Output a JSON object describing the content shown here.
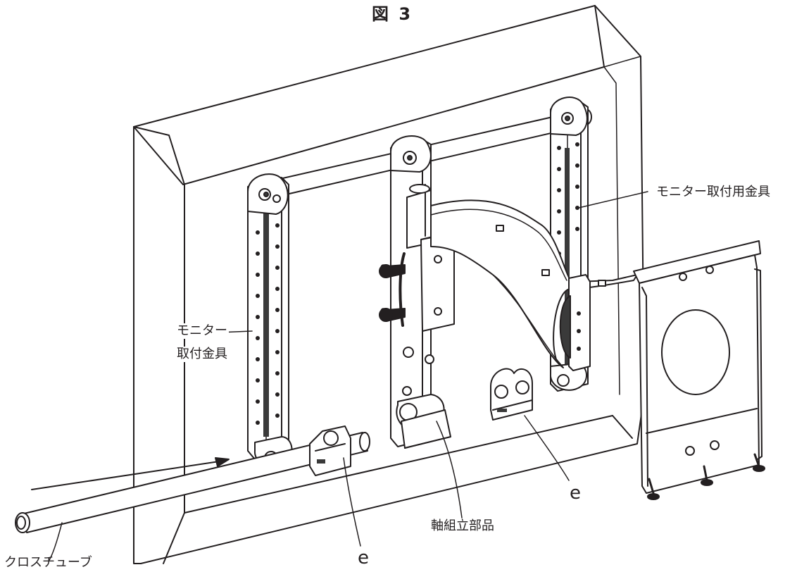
{
  "figure_title": "図 3",
  "labels": {
    "monitor_mount_bracket": "モニター取付用金具",
    "monitor_bracket_line1": "モニター",
    "monitor_bracket_line2": "取付金具",
    "shaft_assembly": "軸組立部品",
    "cross_tube": "クロスチューブ",
    "part_e_left": "e",
    "part_e_right": "e"
  },
  "colors": {
    "ink": "#231f20",
    "paper": "#ffffff",
    "shade": "#3a3a3a"
  }
}
